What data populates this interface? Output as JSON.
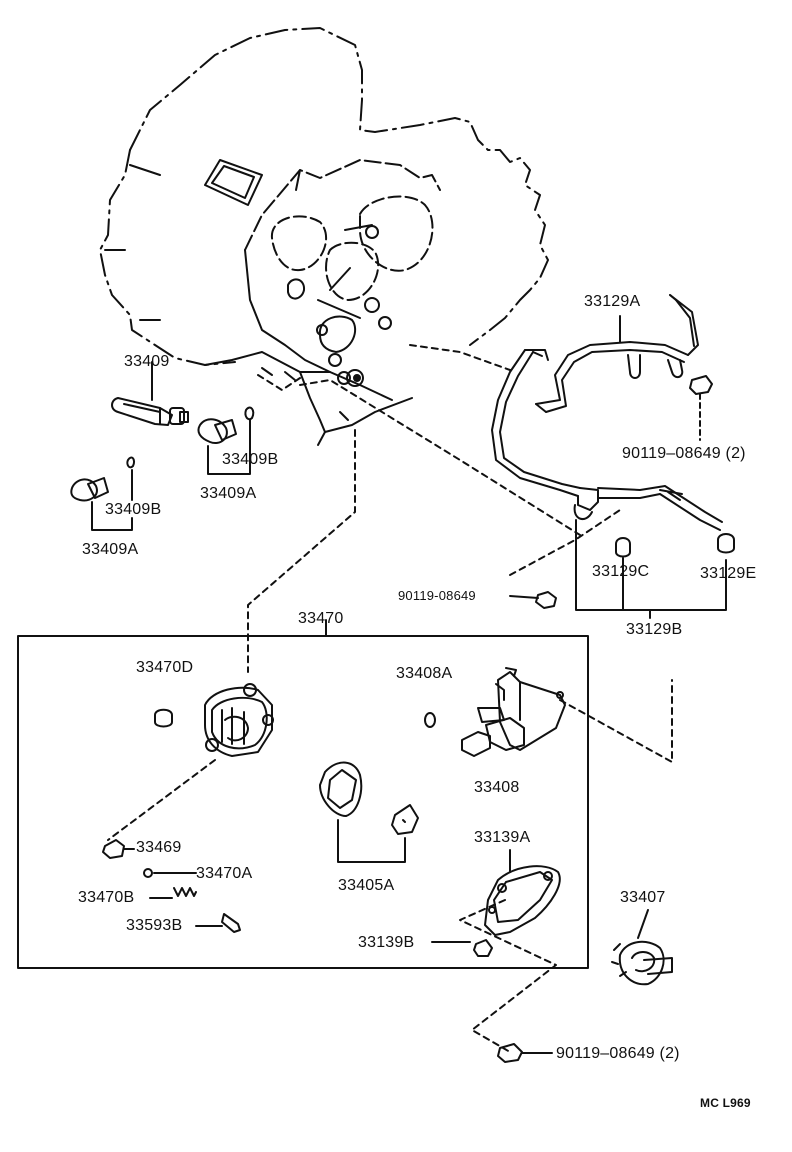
{
  "diagram": {
    "labels": {
      "p33409": "33409",
      "p33409B_a": "33409B",
      "p33409A_a": "33409A",
      "p33409B_b": "33409B",
      "p33409A_b": "33409A",
      "p33129A": "33129A",
      "p90119_top": "90119–08649 (2)",
      "p90119_mid": "90119-08649",
      "p33129C": "33129C",
      "p33129E": "33129E",
      "p33129B": "33129B",
      "p33470": "33470",
      "p33470D": "33470D",
      "p33408A": "33408A",
      "p33408": "33408",
      "p33469": "33469",
      "p33470A": "33470A",
      "p33470B": "33470B",
      "p33593B": "33593B",
      "p33405A": "33405A",
      "p33139A": "33139A",
      "p33139B": "33139B",
      "p33407": "33407",
      "p90119_bot": "90119–08649 (2)",
      "code": "MC L969"
    }
  }
}
